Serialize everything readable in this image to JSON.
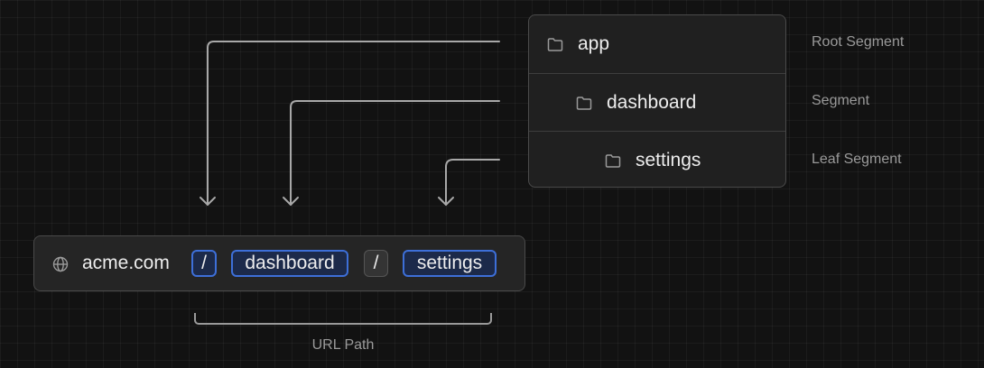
{
  "tree": {
    "rows": [
      {
        "name": "app",
        "label": "Root Segment"
      },
      {
        "name": "dashboard",
        "label": "Segment"
      },
      {
        "name": "settings",
        "label": "Leaf Segment"
      }
    ]
  },
  "url": {
    "domain": "acme.com",
    "segments": [
      "/",
      "dashboard",
      "/",
      "settings"
    ]
  },
  "url_path_label": "URL Path",
  "colors": {
    "background": "#121212",
    "highlight_border": "#3d6fd8",
    "highlight_fill": "#1c2a4a",
    "connector": "#a8a8a8"
  }
}
